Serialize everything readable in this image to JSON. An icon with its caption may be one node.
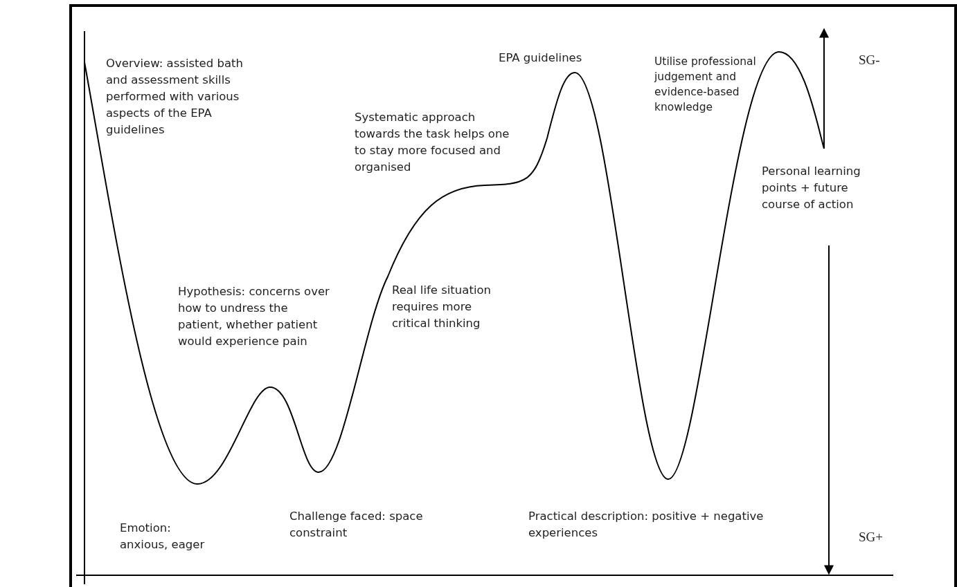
{
  "diagram": {
    "labels": [
      "Overview: assisted bath and assessment skills performed with various aspects of the EPA guidelines",
      "EPA guidelines",
      "Utilise professional judgement and evidence-based knowledge",
      "SG-",
      "Systematic approach towards the task helps one to stay more focused and organised",
      "Personal learning points + future course of action",
      "Hypothesis: concerns over how to undress the patient, whether patient would experience pain",
      "Real life situation requires more critical thinking",
      "Challenge faced: space constraint",
      "Practical description: positive + negative experiences",
      "Emotion: anxious, eager",
      "SG+"
    ]
  }
}
